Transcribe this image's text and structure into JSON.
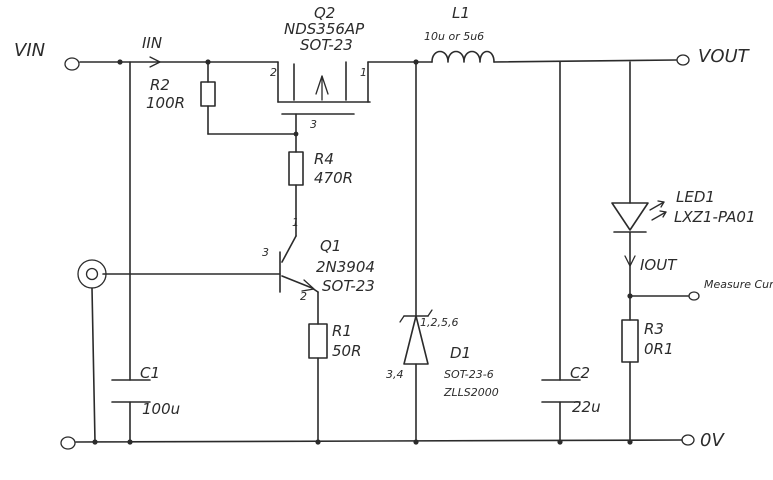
{
  "nets": {
    "vin": "VIN",
    "vout": "VOUT",
    "ground": "0V",
    "iin": "IIN",
    "iout": "IOUT",
    "measure": "Measure Current"
  },
  "components": {
    "q2": {
      "ref": "Q2",
      "part": "NDS356AP",
      "package": "SOT-23",
      "pins": [
        "2",
        "1",
        "3"
      ]
    },
    "l1": {
      "ref": "L1",
      "value": "10u or 5u6"
    },
    "r2": {
      "ref": "R2",
      "value": "100R"
    },
    "r4": {
      "ref": "R4",
      "value": "470R"
    },
    "q1": {
      "ref": "Q1",
      "part": "2N3904",
      "package": "SOT-23",
      "pins": [
        "1",
        "3",
        "2"
      ]
    },
    "r1": {
      "ref": "R1",
      "value": "50R"
    },
    "d1": {
      "ref": "D1",
      "package": "SOT-23-6",
      "part": "ZLLS2000",
      "pins": [
        "1,2,5,6",
        "3,4"
      ]
    },
    "c1": {
      "ref": "C1",
      "value": "100u"
    },
    "c2": {
      "ref": "C2",
      "value": "22u"
    },
    "led1": {
      "ref": "LED1",
      "part": "LXZ1-PA01"
    },
    "r3": {
      "ref": "R3",
      "value": "0R1"
    }
  }
}
